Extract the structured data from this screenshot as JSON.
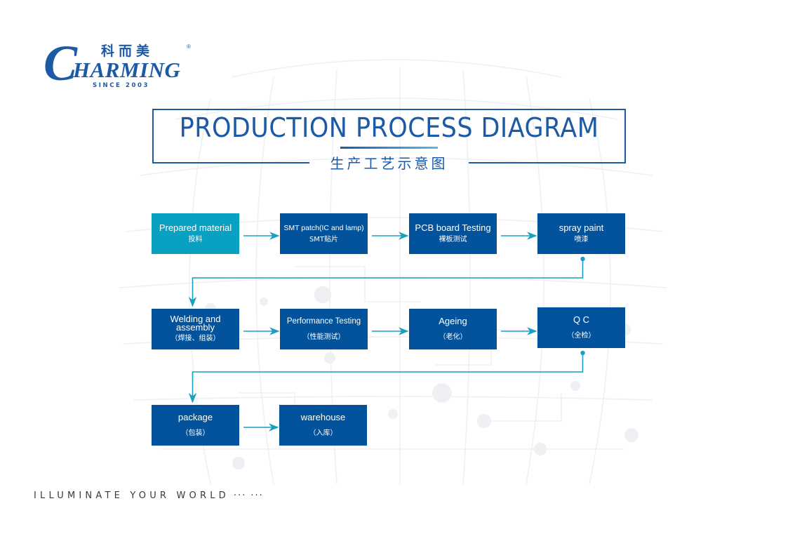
{
  "logo": {
    "initial": "C",
    "rest": "HARMING",
    "chinese": "科而美",
    "registered": "®",
    "since": "SINCE 2003"
  },
  "title": {
    "main": "PRODUCTION PROCESS DIAGRAM",
    "sub": "生产工艺示意图"
  },
  "colors": {
    "primary_blue": "#02539c",
    "first_step_teal": "#0aa0c2",
    "connector": "#1a9fc0",
    "title_blue": "#1d5aa6"
  },
  "steps": [
    {
      "en": "Prepared material",
      "cn": "投料"
    },
    {
      "en": "SMT patch(IC and lamp)",
      "cn": "SMT贴片"
    },
    {
      "en": "PCB board Testing",
      "cn": "裸板测试"
    },
    {
      "en": "spray paint",
      "cn": "喷漆"
    },
    {
      "en": "Welding and assembly",
      "cn": "（焊接、组装）"
    },
    {
      "en": "Performance Testing",
      "cn": "（性能测试）"
    },
    {
      "en": "Ageing",
      "cn": "（老化）"
    },
    {
      "en": "Q C",
      "cn": "（全检）"
    },
    {
      "en": "package",
      "cn": "（包装）"
    },
    {
      "en": "warehouse",
      "cn": "（入库）"
    }
  ],
  "flow": [
    [
      0,
      1
    ],
    [
      1,
      2
    ],
    [
      2,
      3
    ],
    [
      3,
      4
    ],
    [
      4,
      5
    ],
    [
      5,
      6
    ],
    [
      6,
      7
    ],
    [
      7,
      8
    ],
    [
      8,
      9
    ]
  ],
  "footer": {
    "tagline": "ILLUMINATE YOUR WORLD",
    "dots": "··· ···"
  }
}
